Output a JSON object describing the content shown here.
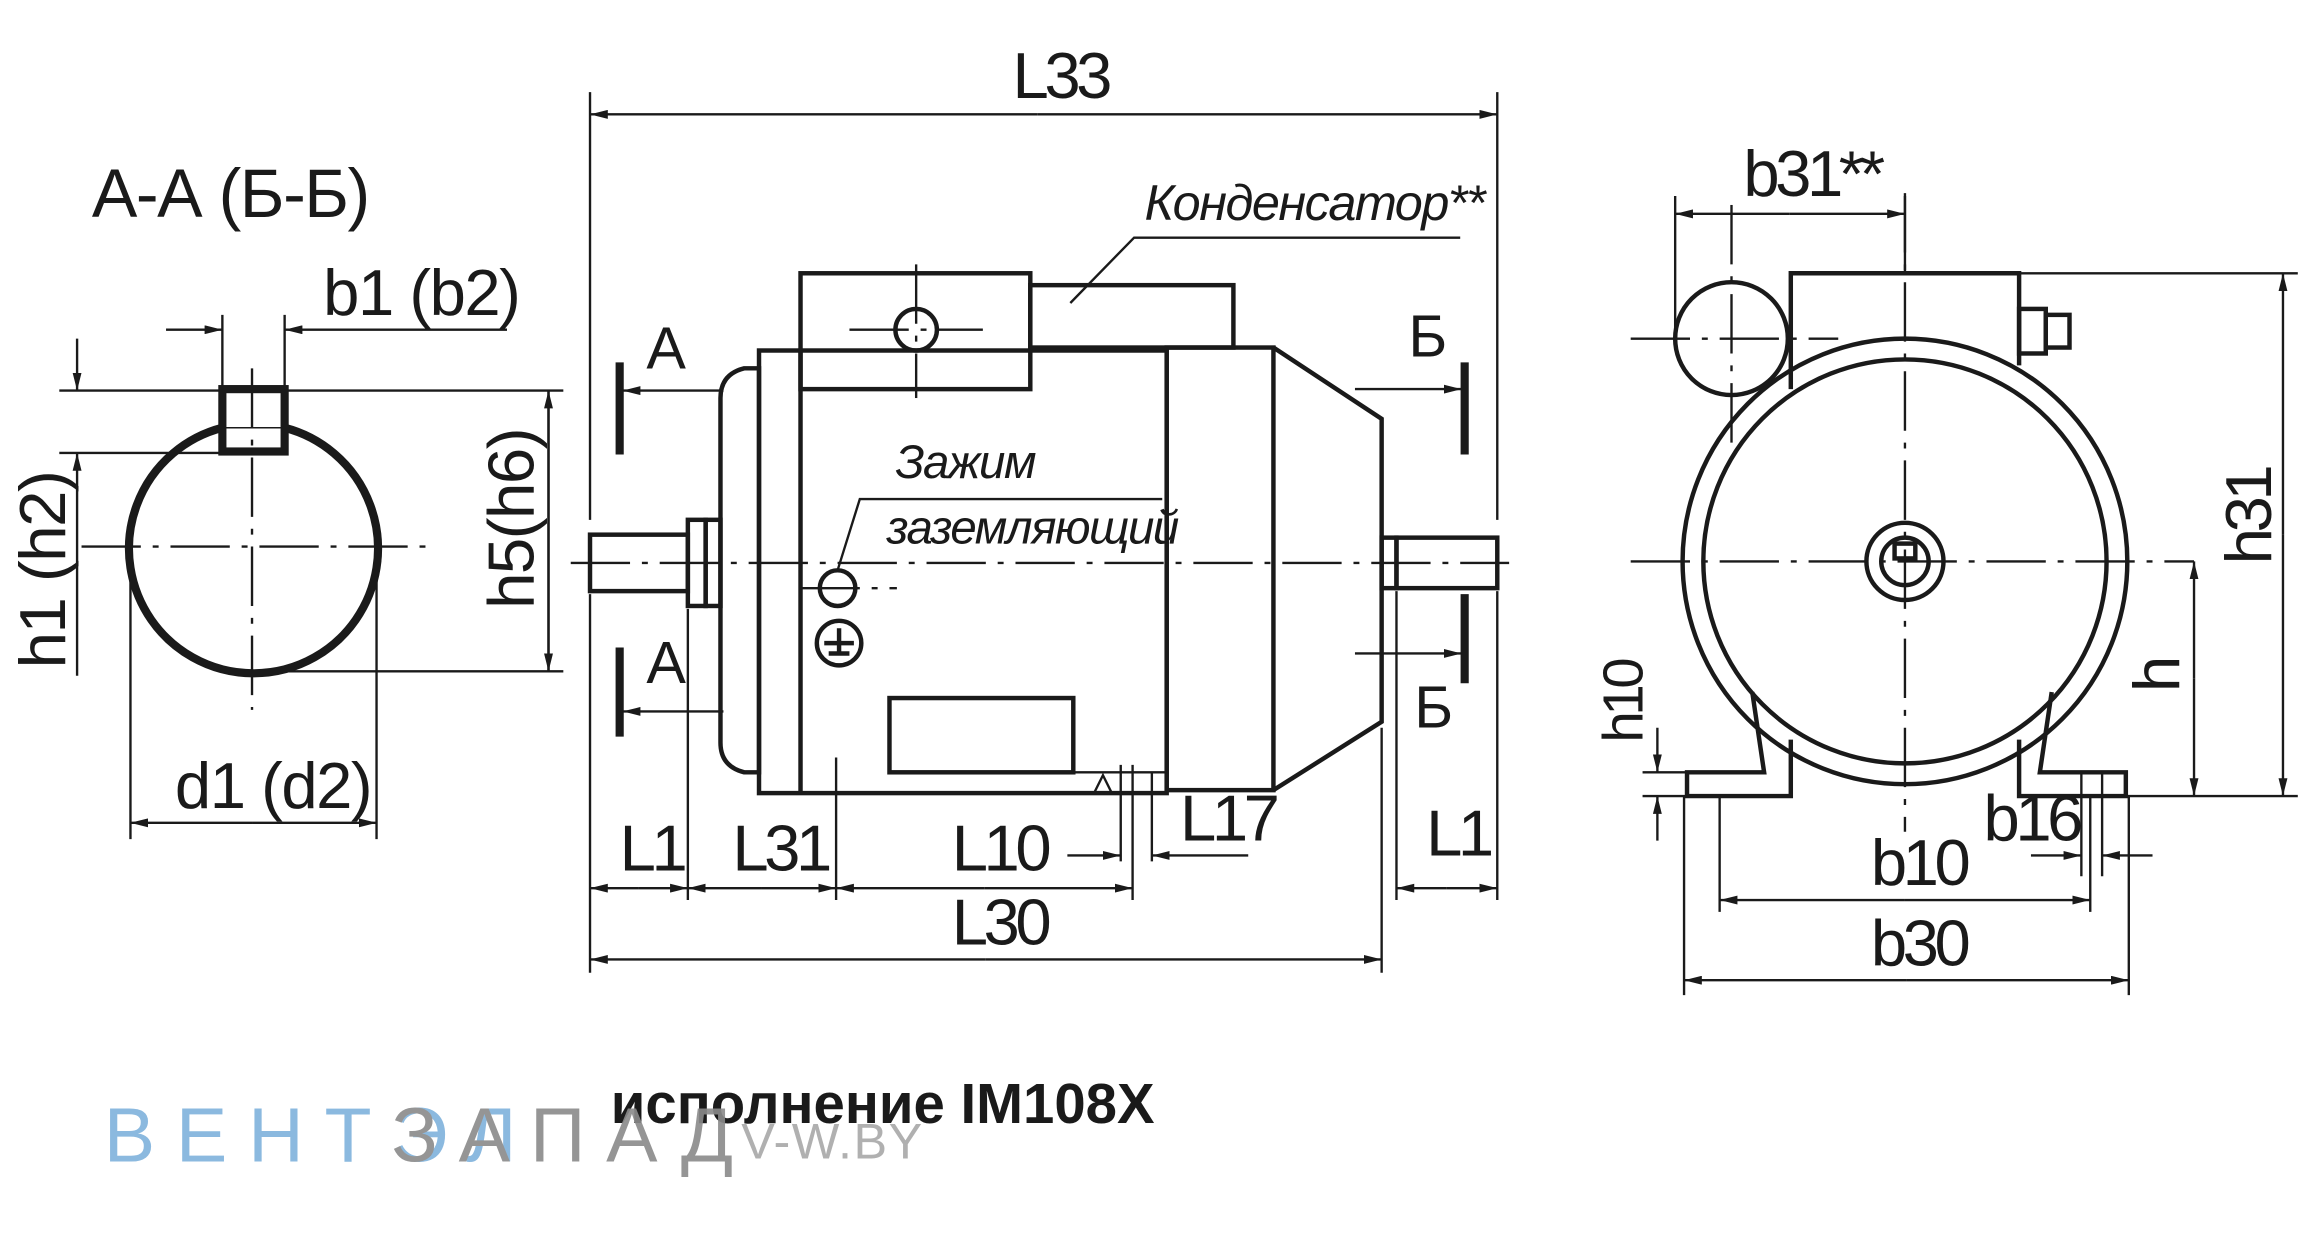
{
  "section_view": {
    "title": "А-А (Б-Б)",
    "dims": {
      "b1": "b1 (b2)",
      "h1": "h1 (h2)",
      "h5": "h5(h6)",
      "d1": "d1 (d2)"
    }
  },
  "front_view": {
    "dims": {
      "L33": "L33",
      "L1_left": "L1",
      "L31": "L31",
      "L10": "L10",
      "L17": "L17",
      "L1_right": "L1",
      "L30": "L30"
    },
    "section_marks": {
      "a_top": "А",
      "a_bottom": "А",
      "b_top": "Б",
      "b_bottom": "Б"
    },
    "capacitor_label": "Конденсатор**",
    "ground_label_line1": "Зажим",
    "ground_label_line2": "заземляющий"
  },
  "end_view": {
    "dims": {
      "b31": "b31**",
      "h31": "h31",
      "h": "h",
      "h10": "h10",
      "b16": "b16",
      "b10": "b10",
      "b30": "b30"
    }
  },
  "caption": "исполнение IM108X",
  "watermark": {
    "part1": "ВЕНТЭЛ",
    "part2": "ЗАПАД",
    "site": "V-W.BY",
    "color1": "#7fb2dc",
    "color2": "#8a8a8a"
  }
}
